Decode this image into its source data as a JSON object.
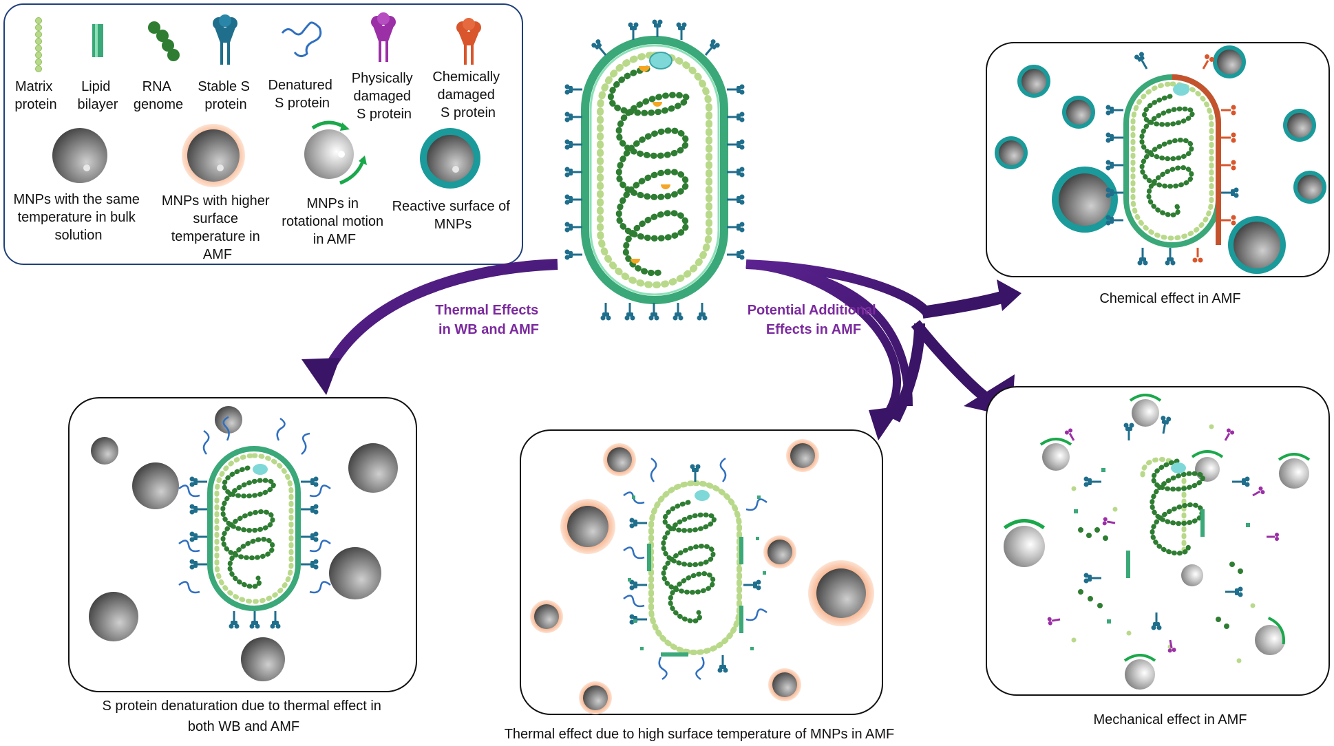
{
  "legend": {
    "items": [
      {
        "name": "matrix",
        "lines": [
          "Matrix",
          "protein"
        ]
      },
      {
        "name": "lipid",
        "lines": [
          "Lipid",
          "bilayer"
        ]
      },
      {
        "name": "rna",
        "lines": [
          "RNA",
          "genome"
        ]
      },
      {
        "name": "stable",
        "lines": [
          "Stable S",
          "protein"
        ]
      },
      {
        "name": "denatured",
        "lines": [
          "Denatured",
          "S protein"
        ]
      },
      {
        "name": "physical",
        "lines": [
          "Physically",
          "damaged",
          "S protein"
        ]
      },
      {
        "name": "chemical",
        "lines": [
          "Chemically",
          "damaged",
          "S protein"
        ]
      }
    ],
    "mnps": [
      {
        "name": "same-temp",
        "lines": [
          "MNPs with the same",
          "temperature in bulk",
          "solution"
        ]
      },
      {
        "name": "higher-temp",
        "lines": [
          "MNPs with higher",
          "surface",
          "temperature in",
          "AMF"
        ]
      },
      {
        "name": "rotational",
        "lines": [
          "MNPs in",
          "rotational motion",
          "in AMF"
        ]
      },
      {
        "name": "reactive",
        "lines": [
          "Reactive surface of",
          "MNPs"
        ]
      }
    ]
  },
  "arrows": {
    "thermal": [
      "Thermal Effects",
      "in WB and AMF"
    ],
    "additional": [
      "Potential Additional",
      "Effects in AMF"
    ]
  },
  "panels": {
    "chemical": "Chemical effect in AMF",
    "denaturation": [
      "S protein denaturation due to thermal effect in",
      "both WB and AMF"
    ],
    "surface": "Thermal effect due to high surface temperature of MNPs in AMF",
    "mechanical": "Mechanical effect in AMF"
  },
  "colors": {
    "matrix": "#b9d98a",
    "lipid": "#3aa878",
    "rna": "#2e7d32",
    "stable": "#1f6e8c",
    "denatured": "#2f6fc0",
    "physical": "#9b2fa6",
    "chemical": "#d9552b",
    "arrow": "#4a1a78",
    "label": "#7b2a9e",
    "reactive": "#1a9a9a",
    "hot": "#f2a27a"
  }
}
